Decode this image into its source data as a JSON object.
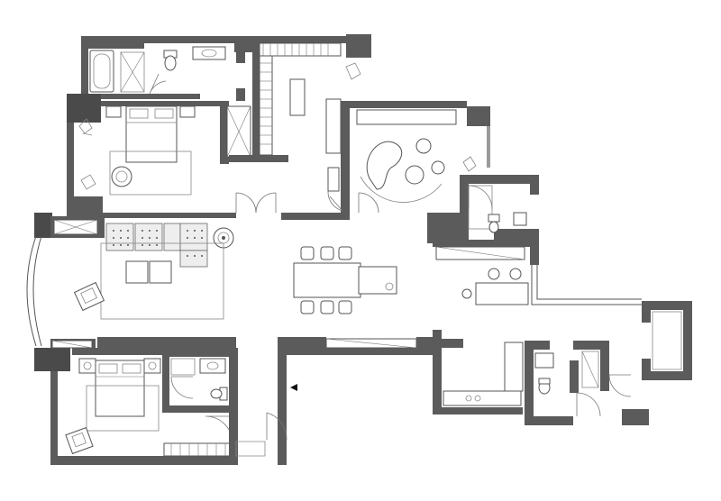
{
  "diagram": {
    "kind": "architectural-floor-plan",
    "rooms": [
      "master-bedroom",
      "master-bathroom",
      "walk-in-closet",
      "study-lounge",
      "guest-bathroom",
      "living-room",
      "dining-area",
      "second-bedroom",
      "second-bathroom",
      "kitchen",
      "utility-bathroom",
      "balcony"
    ]
  },
  "colors": {
    "wall": "#5b5b5b",
    "wall_dark": "#4a4a4a",
    "line": "#555555",
    "fill_light": "#eeeeee",
    "background": "#ffffff"
  },
  "icons": {
    "entrance_marker": "triangle-left-icon"
  }
}
